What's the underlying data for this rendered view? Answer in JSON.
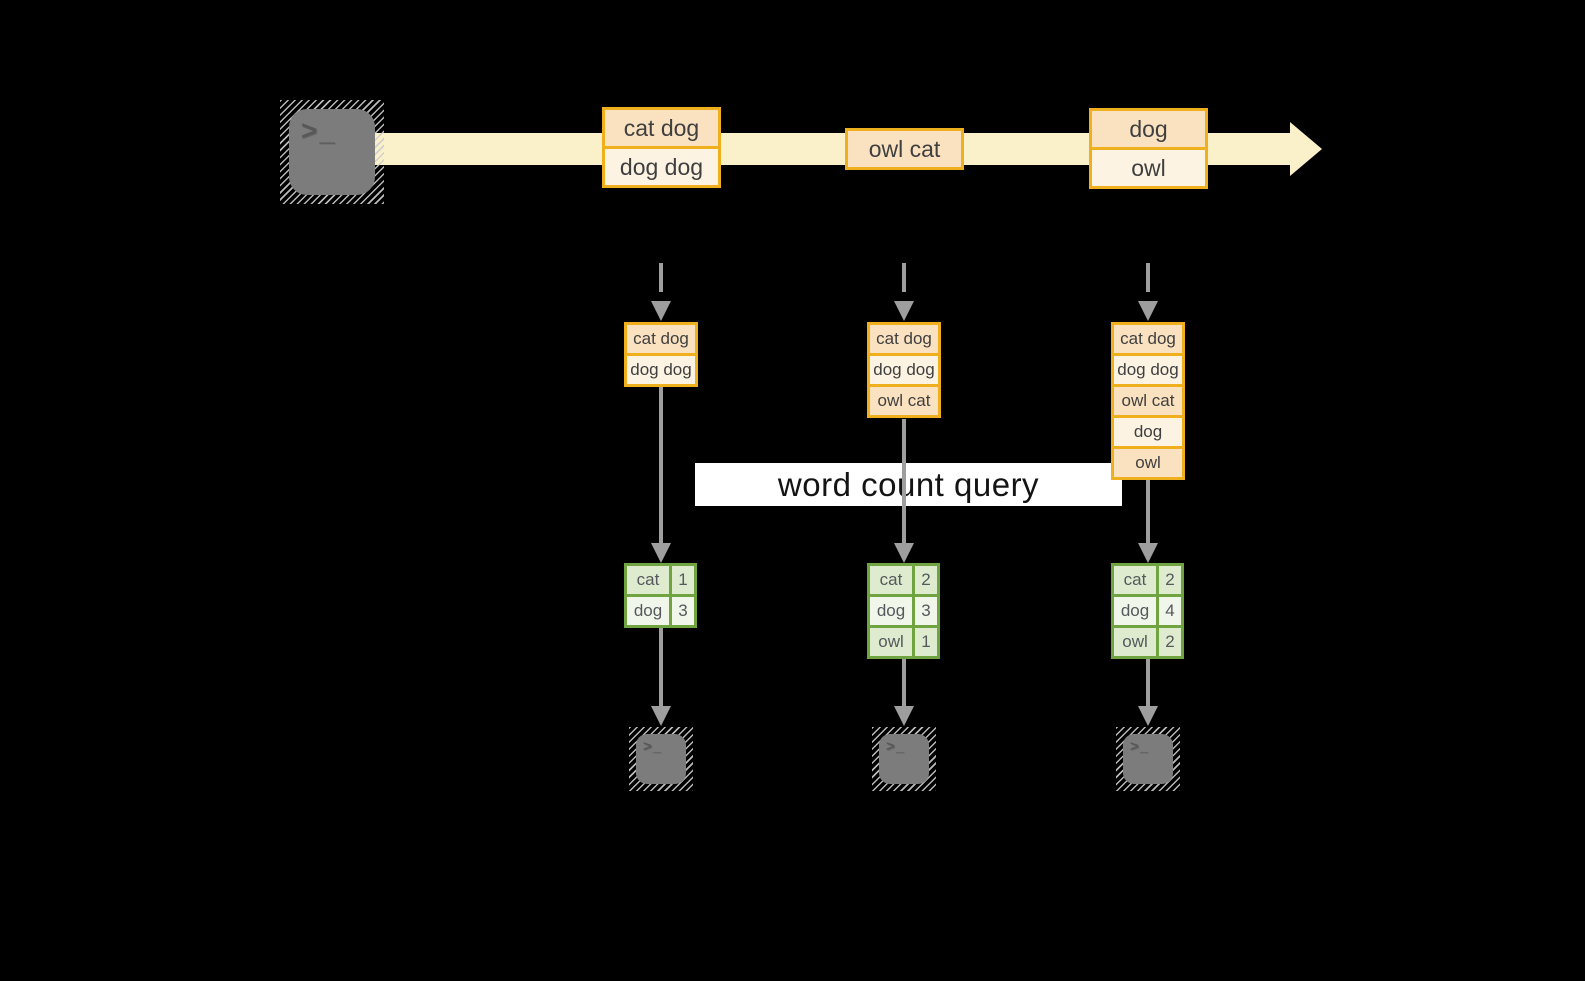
{
  "query": {
    "label": "word count query"
  },
  "terminal": {
    "glyph": ">_"
  },
  "stream": {
    "events": [
      {
        "lines": [
          "cat dog",
          "dog dog"
        ]
      },
      {
        "lines": [
          "owl cat"
        ]
      },
      {
        "lines": [
          "dog",
          "owl"
        ]
      }
    ]
  },
  "micro_batches": [
    {
      "records": [
        "cat dog",
        "dog dog"
      ]
    },
    {
      "records": [
        "cat dog",
        "dog dog",
        "owl cat"
      ]
    },
    {
      "records": [
        "cat dog",
        "dog dog",
        "owl cat",
        "dog",
        "owl"
      ]
    }
  ],
  "word_counts": [
    {
      "rows": [
        {
          "word": "cat",
          "count": 1
        },
        {
          "word": "dog",
          "count": 3
        }
      ]
    },
    {
      "rows": [
        {
          "word": "cat",
          "count": 2
        },
        {
          "word": "dog",
          "count": 3
        },
        {
          "word": "owl",
          "count": 1
        }
      ]
    },
    {
      "rows": [
        {
          "word": "cat",
          "count": 2
        },
        {
          "word": "dog",
          "count": 4
        },
        {
          "word": "owl",
          "count": 2
        }
      ]
    }
  ],
  "colors": {
    "background": "#000000",
    "stream_band": "#FAF0CA",
    "record_border": "#F0B01E",
    "record_fill_dark": "#FAE1C0",
    "record_fill_light": "#FDF3E3",
    "count_border": "#6FA440",
    "count_fill_dark": "#DEEBCE",
    "count_fill_light": "#F1F6EA",
    "arrow_gray": "#9E9E9E",
    "terminal_gray": "#7C7C7C",
    "query_box_bg": "#FFFFFF"
  }
}
